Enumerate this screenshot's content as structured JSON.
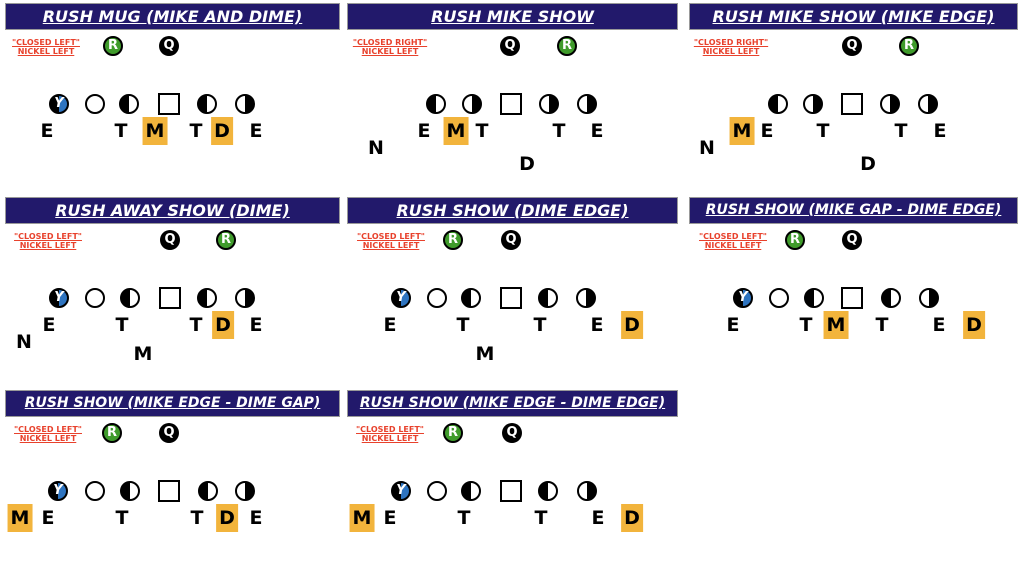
{
  "colors": {
    "title_bg": "#22196b",
    "callout": "#e8412c",
    "highlight": "#f2b43c",
    "r_circle": "#3f9b2b",
    "y_blue": "#2e74c0"
  },
  "icons": {
    "r": "R",
    "q": "Q",
    "y": "Y"
  },
  "panels": [
    {
      "title": "RUSH MUG (MIKE AND DIME)",
      "c1": "\"CLOSED LEFT\"",
      "c2": "NICKEL LEFT",
      "defense": [
        "E",
        "T",
        "M",
        "T",
        "D",
        "E"
      ]
    },
    {
      "title": "RUSH MIKE SHOW",
      "c1": "\"CLOSED RIGHT\"",
      "c2": "NICKEL LEFT",
      "defense": [
        "N",
        "E",
        "M",
        "T",
        "T",
        "E",
        "D"
      ]
    },
    {
      "title": "RUSH MIKE SHOW (MIKE EDGE)",
      "c1": "\"CLOSED RIGHT\"",
      "c2": "NICKEL LEFT",
      "defense": [
        "N",
        "M",
        "E",
        "T",
        "T",
        "E",
        "D"
      ]
    },
    {
      "title": "RUSH AWAY SHOW (DIME)",
      "c1": "\"CLOSED LEFT\"",
      "c2": "NICKEL LEFT",
      "defense": [
        "N",
        "E",
        "T",
        "M",
        "T",
        "D",
        "E"
      ]
    },
    {
      "title": "RUSH SHOW (DIME EDGE)",
      "c1": "\"CLOSED LEFT\"",
      "c2": "NICKEL LEFT",
      "defense": [
        "E",
        "T",
        "M",
        "T",
        "E",
        "D"
      ]
    },
    {
      "title": "RUSH SHOW (MIKE GAP -  DIME EDGE)",
      "c1": "\"CLOSED LEFT\"",
      "c2": "NICKEL LEFT",
      "defense": [
        "E",
        "T",
        "M",
        "T",
        "E",
        "D"
      ]
    },
    {
      "title": "RUSH SHOW (MIKE EDGE -  DIME GAP)",
      "c1": "\"CLOSED LEFT\"",
      "c2": "NICKEL LEFT",
      "defense": [
        "M",
        "E",
        "T",
        "T",
        "D",
        "E"
      ]
    },
    {
      "title": "RUSH SHOW (MIKE EDGE -  DIME EDGE)",
      "c1": "\"CLOSED LEFT\"",
      "c2": "NICKEL LEFT",
      "defense": [
        "M",
        "E",
        "T",
        "T",
        "E",
        "D"
      ]
    }
  ]
}
